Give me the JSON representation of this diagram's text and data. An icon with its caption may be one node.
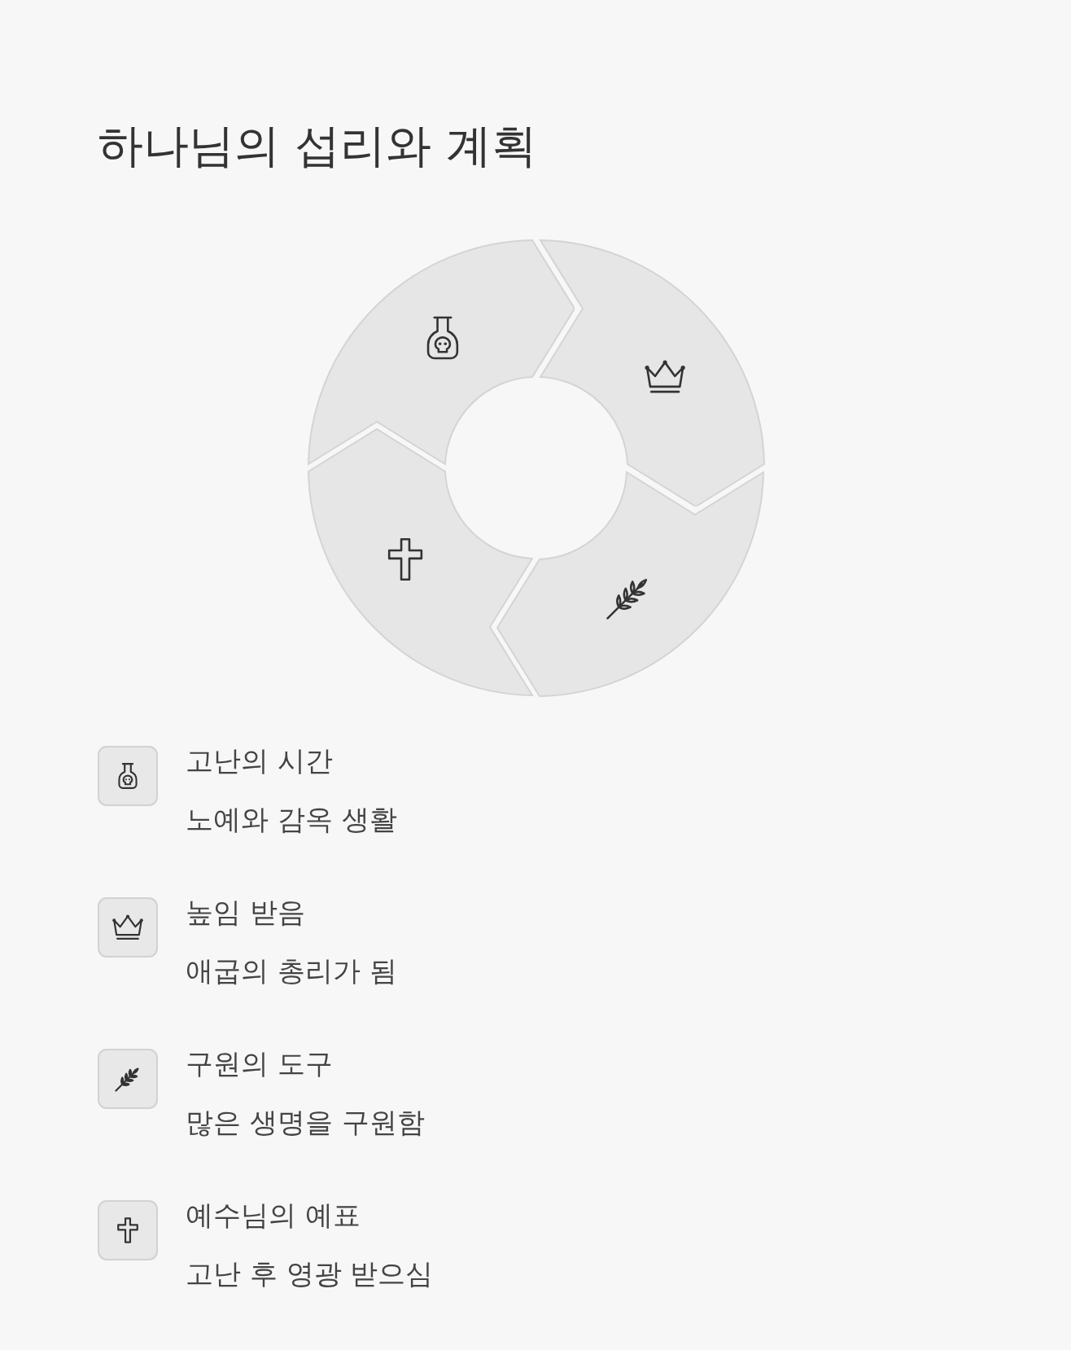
{
  "diagram": {
    "title": "하나님의 섭리와 계획",
    "nodes": [
      {
        "text": [],
        "shape": "arrow"
      },
      {
        "text": [],
        "shape": "arrow"
      },
      {
        "text": [],
        "shape": "arrow"
      },
      {
        "text": [],
        "shape": "arrow"
      }
    ],
    "labels": [
      "고난의 시간",
      "노예와 감옥 생활",
      "높임 받음",
      "애굽의 총리가 됨",
      "구원의 도구",
      "많은 생명을 구원함",
      "예수님의 예표",
      "고난 후 영광 받으심"
    ]
  }
}
